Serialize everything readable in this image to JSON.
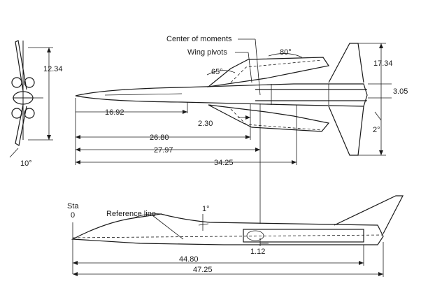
{
  "labels": {
    "center_of_moments": "Center of moments",
    "wing_pivots": "Wing pivots",
    "sta": "Sta",
    "sta_zero": "0",
    "reference_line": "Reference line"
  },
  "dimensions": {
    "front_span": "12.34",
    "front_angle": "10°",
    "sweep_fwd": "65°",
    "sweep_aft": "80°",
    "span_full": "17.34",
    "tail_spacing": "3.05",
    "dihedral": "2°",
    "nose_to_pivot_a": "16.92",
    "pivot_offset": "2.30",
    "sta_26": "26.80",
    "sta_27": "27.97",
    "sta_34": "34.25",
    "incidence": "1°",
    "nacelle_offset": "1.12",
    "sta_44": "44.80",
    "sta_47": "47.25"
  }
}
